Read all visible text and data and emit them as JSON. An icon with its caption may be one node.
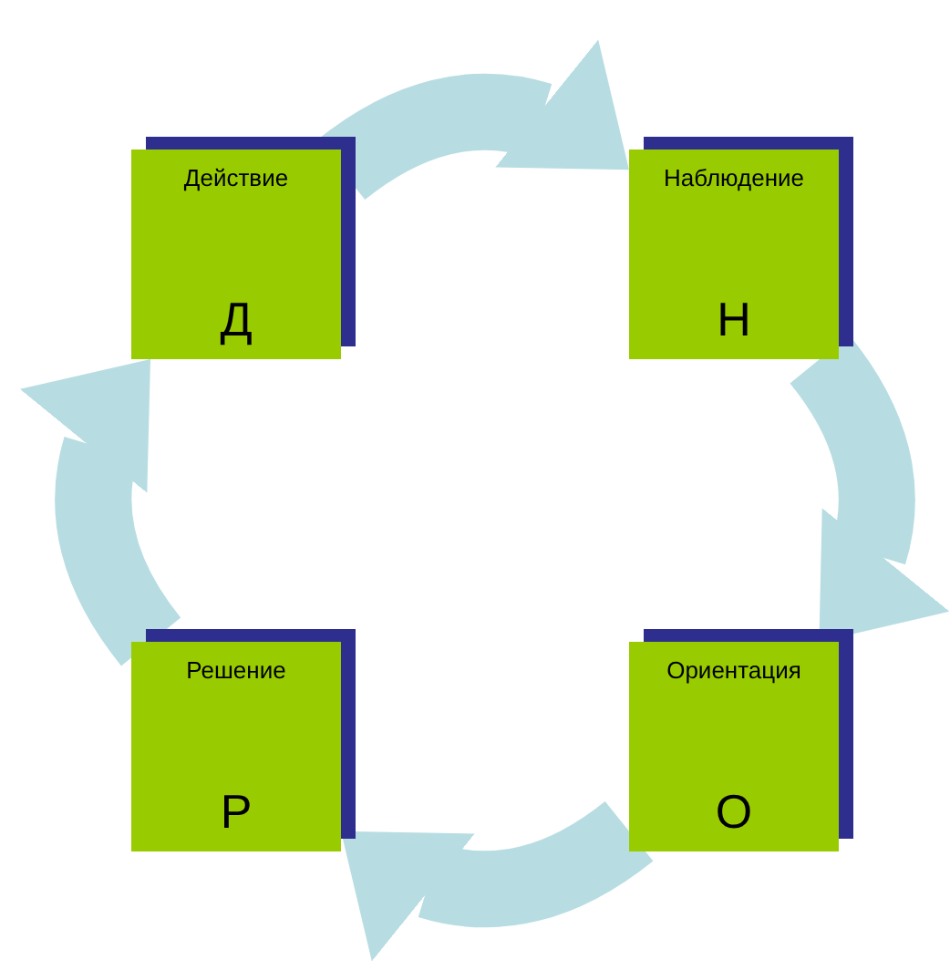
{
  "diagram": {
    "nodes": [
      {
        "text": [
          "Действие",
          "Д"
        ]
      },
      {
        "text": [
          "Наблюдение",
          "Н"
        ]
      },
      {
        "text": [
          "Ориентация",
          "О"
        ]
      },
      {
        "text": [
          "Решение",
          "Р"
        ]
      }
    ],
    "edges": [
      {
        "from": 0,
        "to": 1,
        "arrow": "to"
      },
      {
        "from": 1,
        "to": 2,
        "arrow": "to"
      },
      {
        "from": 2,
        "to": 3,
        "arrow": "to"
      },
      {
        "from": 3,
        "to": 0,
        "arrow": "to"
      }
    ]
  }
}
